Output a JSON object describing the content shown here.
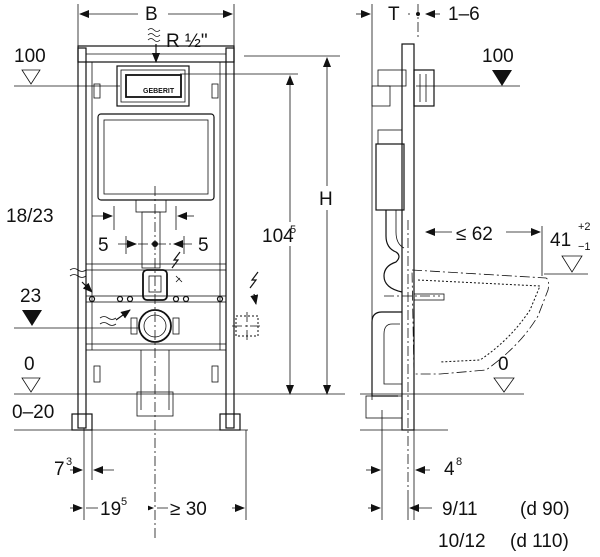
{
  "front_view": {
    "width_label": "B",
    "water_inlet_label": "R ½\"",
    "height_label": "H",
    "height_value": "104",
    "height_value_sup": "5",
    "flush_spacing_label": "18/23",
    "left_offset_label": "5",
    "right_offset_label": "5",
    "level_top": "100",
    "level_mid": "23",
    "level_floor": "0",
    "floor_range": "0–20",
    "foot_width_base": "7",
    "foot_width_sup": "3",
    "drain_offset_base": "19",
    "drain_offset_sup": "5",
    "drain_clearance": "≥ 30",
    "brand_text": "GEBERIT"
  },
  "side_view": {
    "depth_label": "T",
    "wall_gap_label": "1–6",
    "level_top": "100",
    "level_floor": "0",
    "bowl_projection": "≤ 62",
    "bowl_height_base": "41",
    "bowl_height_tol_plus": "+2",
    "bowl_height_tol_minus": "−1",
    "foot_offset_base": "4",
    "foot_offset_sup": "8",
    "pipe_offset_a": "9/11",
    "pipe_diam_a": "(d 90)",
    "pipe_offset_b": "10/12",
    "pipe_diam_b": "(d 110)"
  }
}
